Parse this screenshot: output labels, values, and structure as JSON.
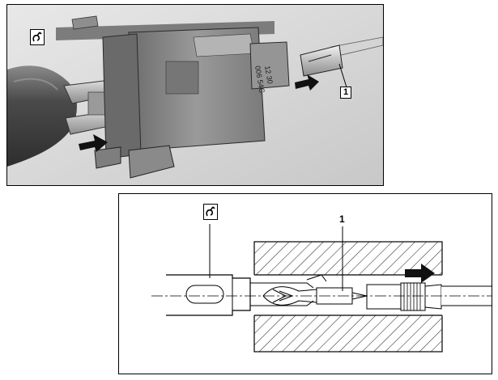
{
  "photo": {
    "part_label": "1",
    "tool_symbol": "special-tool-symbol",
    "connector_print_line1": "006 54C",
    "connector_print_line2": "12 30"
  },
  "drawing": {
    "part_label": "1",
    "tool_symbol": "special-tool-symbol"
  },
  "colors": {
    "photo_background": "#d8d8d8",
    "handle": "#5a5a5a",
    "connector": "#8a8a8a",
    "line": "#000000"
  }
}
